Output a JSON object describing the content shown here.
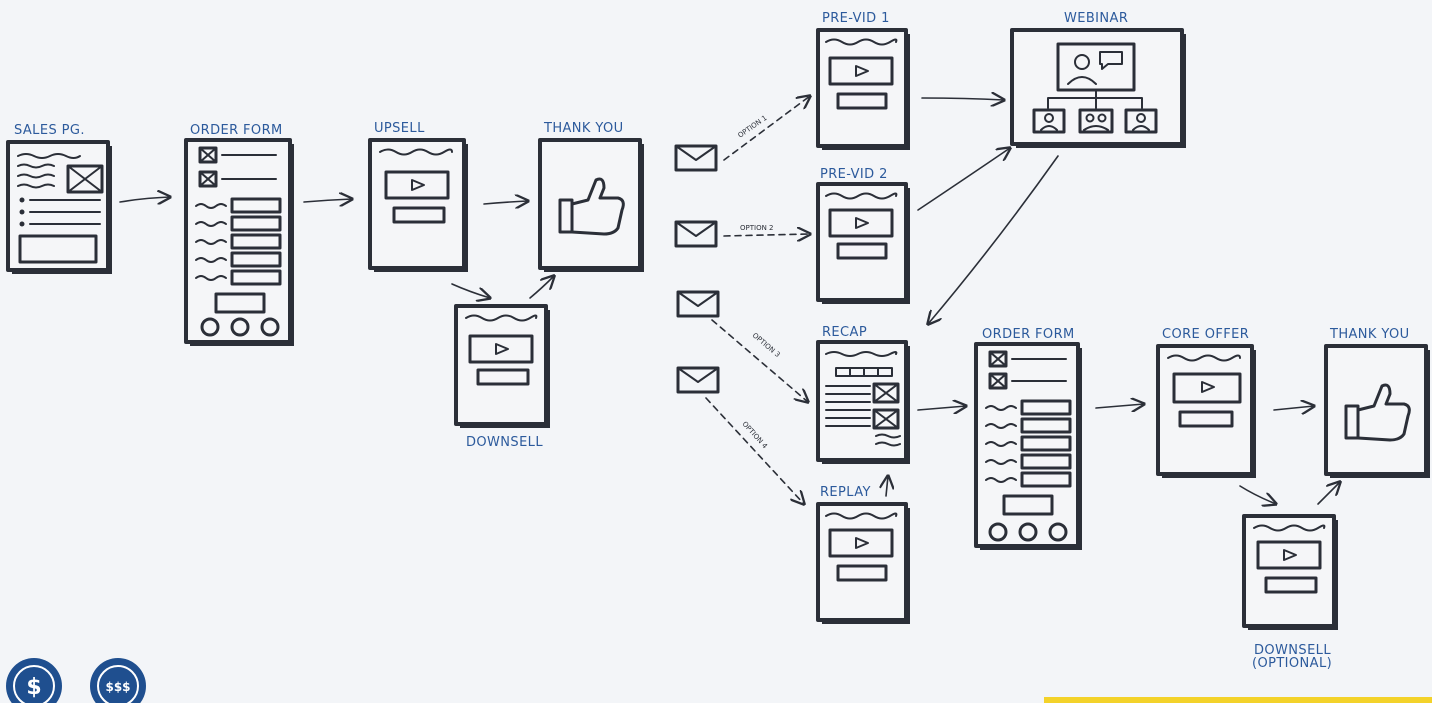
{
  "nodes": {
    "sales_page": "SALES PG.",
    "order_form_1": "ORDER FORM",
    "upsell": "UPSELL",
    "thank_you_1": "THANK YOU",
    "downsell_1": "DOWNSELL",
    "pre_vid_1": "PRE-VID 1",
    "pre_vid_2": "PRE-VID 2",
    "webinar": "WEBINAR",
    "recap": "RECAP",
    "replay": "REPLAY",
    "order_form_2": "ORDER FORM",
    "core_offer": "CORE OFFER",
    "thank_you_2": "THANK YOU",
    "downsell_2_line1": "DOWNSELL",
    "downsell_2_line2": "(OPTIONAL)"
  },
  "options": {
    "option_1": "OPTION 1",
    "option_2": "OPTION 2",
    "option_3": "OPTION 3",
    "option_4": "OPTION 4"
  },
  "logos": [
    {
      "symbol": "$",
      "color": "#1f4f8f"
    },
    {
      "symbol": "$$$",
      "color": "#1f4f8f"
    }
  ],
  "colors": {
    "label": "#2c5a9c",
    "ink": "#2b2f38",
    "accent_bar": "#f3d22a"
  }
}
